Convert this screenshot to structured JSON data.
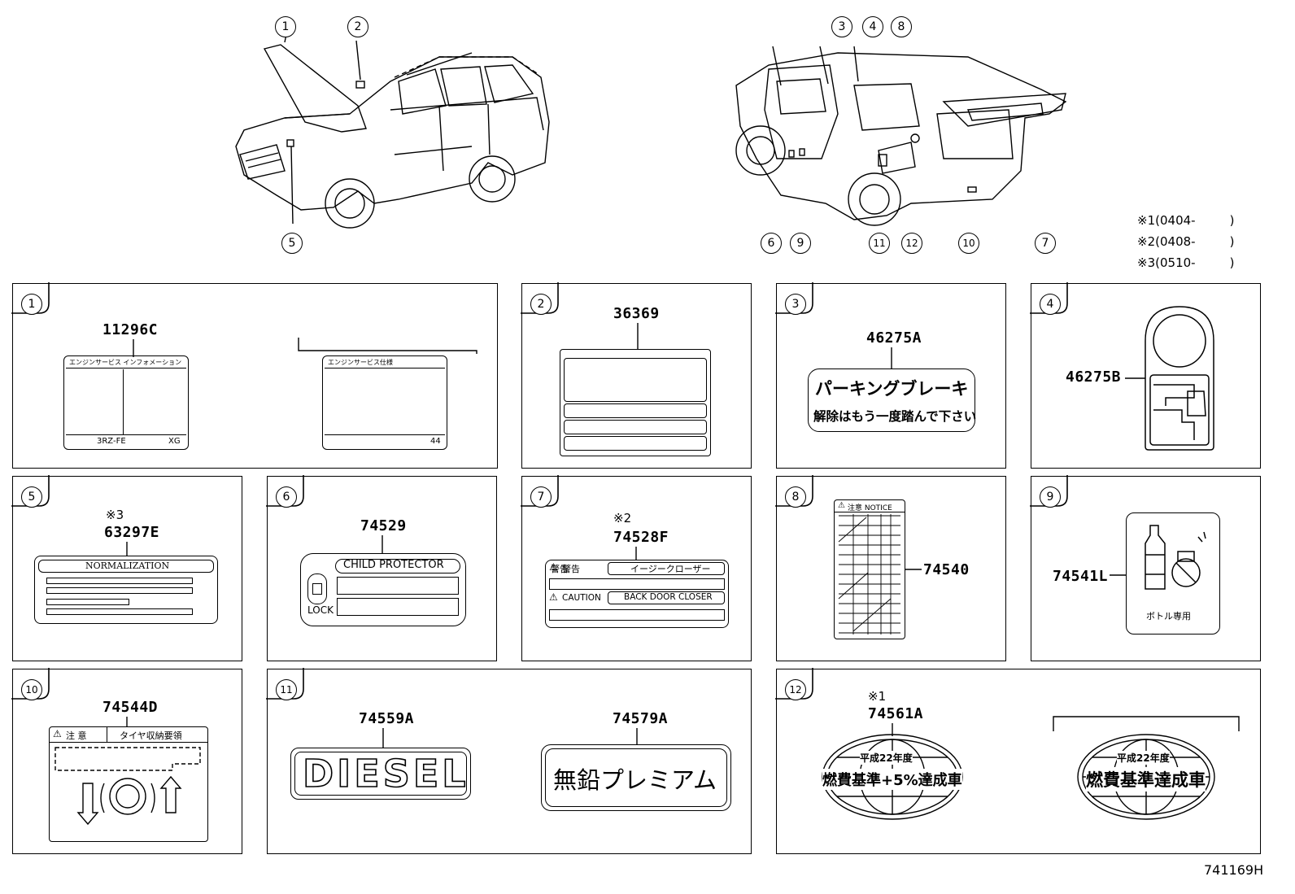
{
  "callouts": {
    "c1": "1",
    "c2": "2",
    "c3": "3",
    "c4": "4",
    "c5": "5",
    "c6": "6",
    "c7": "7",
    "c8": "8",
    "c9": "9",
    "c10": "10",
    "c11": "11",
    "c12": "12"
  },
  "notes": [
    {
      "mark": "※1",
      "text": "(0404-",
      "close": ")"
    },
    {
      "mark": "※2",
      "text": "(0408-",
      "close": ")"
    },
    {
      "mark": "※3",
      "text": "(0510-",
      "close": ")"
    }
  ],
  "panels": {
    "p1": {
      "num": "1",
      "part": "11296C",
      "header_a": "エンジンサービス インフォメーション",
      "footer_left": "3RZ-FE",
      "footer_right": "XG",
      "header_b": "エンジンサービス仕様",
      "footer_b": "44"
    },
    "p2": {
      "num": "2",
      "part": "36369"
    },
    "p3": {
      "num": "3",
      "part": "46275A",
      "line1": "パーキングブレーキ",
      "line2": "解除はもう一度踏んで下さい"
    },
    "p4": {
      "num": "4",
      "part": "46275B"
    },
    "p5": {
      "num": "5",
      "mark": "※3",
      "part": "63297E",
      "header": "NORMALIZATION"
    },
    "p6": {
      "num": "6",
      "part": "74529",
      "header": "CHILD PROTECTOR",
      "lock": "LOCK"
    },
    "p7": {
      "num": "7",
      "mark": "※2",
      "part": "74528F",
      "warn": "警告",
      "jp_header": "イージークローザー",
      "caution": "CAUTION",
      "en_header": "BACK DOOR CLOSER"
    },
    "p8": {
      "num": "8",
      "part": "74540",
      "header": "注意 NOTICE"
    },
    "p9": {
      "num": "9",
      "part": "74541L",
      "caption": "ボトル専用"
    },
    "p10": {
      "num": "10",
      "part": "74544D",
      "h1": "注 意",
      "h2": "タイヤ収納要領"
    },
    "p11": {
      "num": "11",
      "part_a": "74559A",
      "part_b": "74579A",
      "diesel": "DIESEL",
      "premium": "無鉛プレミアム"
    },
    "p12": {
      "num": "12",
      "mark": "※1",
      "part": "74561A",
      "top_a": "平成22年度",
      "main_a": "燃費基準+5%達成車",
      "top_b": "平成22年度",
      "main_b": "燃費基準達成車"
    }
  },
  "drawing_id": "741169H"
}
